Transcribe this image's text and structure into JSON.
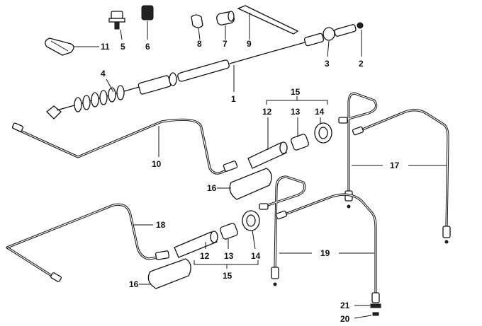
{
  "diagram": {
    "callouts": [
      {
        "id": "c1",
        "text": "1"
      },
      {
        "id": "c2",
        "text": "2"
      },
      {
        "id": "c3",
        "text": "3"
      },
      {
        "id": "c4",
        "text": "4"
      },
      {
        "id": "c5",
        "text": "5"
      },
      {
        "id": "c6",
        "text": "6"
      },
      {
        "id": "c7",
        "text": "7"
      },
      {
        "id": "c8",
        "text": "8"
      },
      {
        "id": "c9",
        "text": "9"
      },
      {
        "id": "c10",
        "text": "10"
      },
      {
        "id": "c11",
        "text": "11"
      },
      {
        "id": "c12a",
        "text": "12"
      },
      {
        "id": "c13a",
        "text": "13"
      },
      {
        "id": "c14a",
        "text": "14"
      },
      {
        "id": "c15a",
        "text": "15"
      },
      {
        "id": "c16a",
        "text": "16"
      },
      {
        "id": "c17",
        "text": "17"
      },
      {
        "id": "c18",
        "text": "18"
      },
      {
        "id": "c12b",
        "text": "12"
      },
      {
        "id": "c13b",
        "text": "13"
      },
      {
        "id": "c14b",
        "text": "14"
      },
      {
        "id": "c15b",
        "text": "15"
      },
      {
        "id": "c16b",
        "text": "16"
      },
      {
        "id": "c19",
        "text": "19"
      },
      {
        "id": "c21",
        "text": "21"
      },
      {
        "id": "c20",
        "text": "20"
      }
    ]
  }
}
